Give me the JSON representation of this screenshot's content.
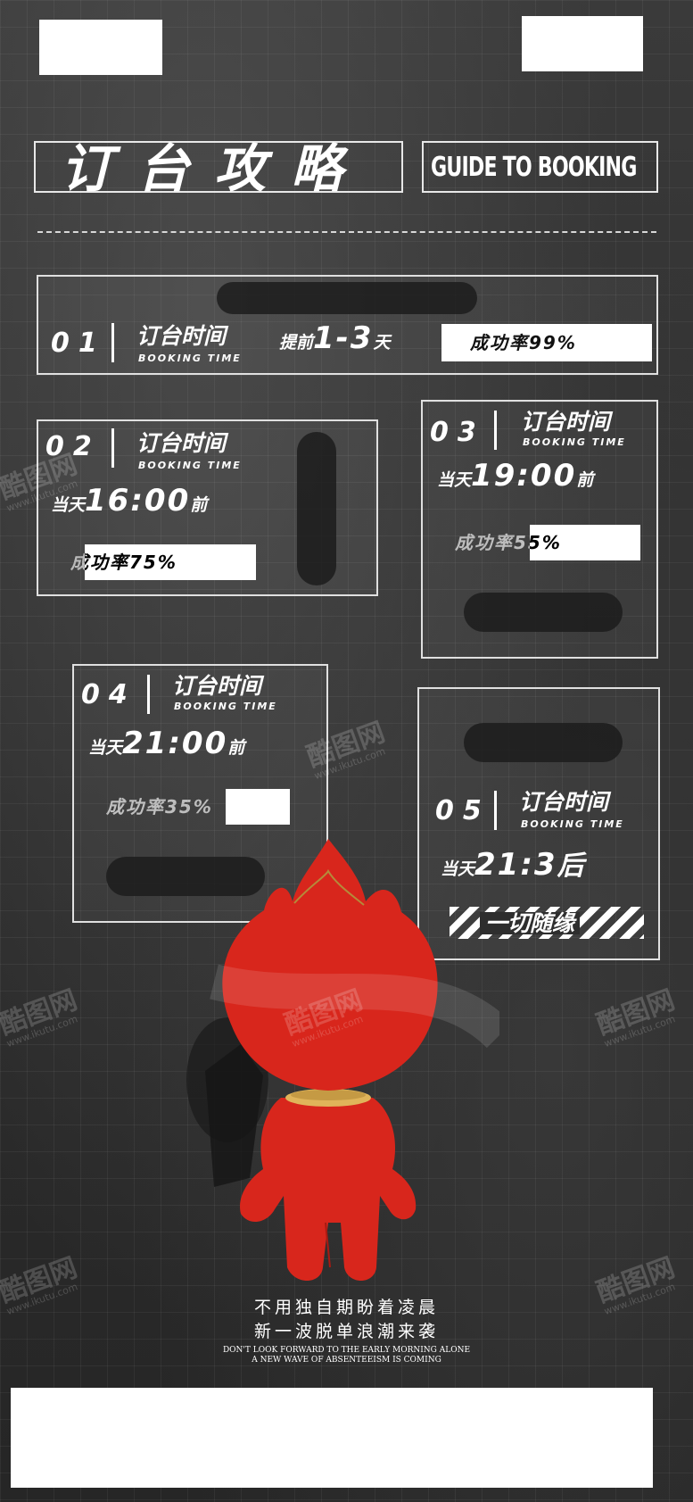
{
  "header": {
    "title_cn": "订台攻略",
    "title_en": "GUIDE TO BOOKING"
  },
  "cards": [
    {
      "num": "01",
      "title": "订台时间",
      "subtitle": "BOOKING TIME",
      "when_pre": "提前",
      "when_big": "1-3",
      "when_post": "天",
      "rate": "成功率99%"
    },
    {
      "num": "02",
      "title": "订台时间",
      "subtitle": "BOOKING TIME",
      "when_pre": "当天",
      "when_big": "16:00",
      "when_post": "前",
      "rate": "成功率75%"
    },
    {
      "num": "03",
      "title": "订台时间",
      "subtitle": "BOOKING TIME",
      "when_pre": "当天",
      "when_big": "19:00",
      "when_post": "前",
      "rate": "成功率55%"
    },
    {
      "num": "04",
      "title": "订台时间",
      "subtitle": "BOOKING TIME",
      "when_pre": "当天",
      "when_big": "21:00",
      "when_post": "前",
      "rate": "成功率35%"
    },
    {
      "num": "05",
      "title": "订台时间",
      "subtitle": "BOOKING TIME",
      "when_pre": "当天",
      "when_big": "21:3",
      "when_post": "后",
      "rate": "一切随缘"
    }
  ],
  "slogan": {
    "cn_line1": "不用独自期盼着凌晨",
    "cn_line2": "新一波脱单浪潮来袭",
    "en_line1": "DON'T LOOK FORWARD TO THE EARLY MORNING ALONE",
    "en_line2": "A NEW WAVE OF ABSENTEEISM IS COMING"
  },
  "watermark": {
    "brand": "酷图网",
    "url": "www.ikutu.com"
  },
  "colors": {
    "background": "#2e2e2e",
    "mascot": "#d8261c",
    "collar": "#e0b45a",
    "accent_white": "#ffffff"
  },
  "icons": {
    "mascot": "red-flame-mascot"
  }
}
